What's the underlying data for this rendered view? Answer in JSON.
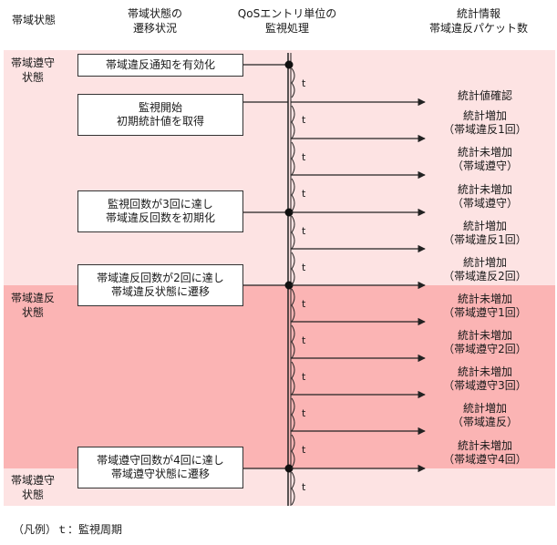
{
  "headers": {
    "band_state": "帯域状態",
    "transition_line1": "帯域状態の",
    "transition_line2": "遷移状況",
    "qos_line1": "QoSエントリ単位の",
    "qos_line2": "監視処理",
    "stats_line1": "統計情報",
    "stats_line2": "帯域違反パケット数"
  },
  "bands": [
    {
      "label_line1": "帯域遵守",
      "label_line2": "状態",
      "color": "#fde3e3"
    },
    {
      "label_line1": "帯域違反",
      "label_line2": "状態",
      "color": "#fbb4b4"
    },
    {
      "label_line1": "帯域遵守",
      "label_line2": "状態",
      "color": "#fde3e3"
    }
  ],
  "boxes": [
    {
      "line1": "帯域違反通知を有効化",
      "line2": ""
    },
    {
      "line1": "監視開始",
      "line2": "初期統計値を取得"
    },
    {
      "line1": "監視回数が3回に達し",
      "line2": "帯域違反回数を初期化"
    },
    {
      "line1": "帯域違反回数が2回に達し",
      "line2": "帯域違反状態に遷移"
    },
    {
      "line1": "帯域遵守回数が4回に達し",
      "line2": "帯域遵守状態に遷移"
    }
  ],
  "stats": [
    {
      "line1": "統計値確認",
      "line2": ""
    },
    {
      "line1": "統計増加",
      "line2": "（帯域違反1回）"
    },
    {
      "line1": "統計未増加",
      "line2": "（帯域遵守）"
    },
    {
      "line1": "統計未増加",
      "line2": "（帯域遵守）"
    },
    {
      "line1": "統計増加",
      "line2": "（帯域違反1回）"
    },
    {
      "line1": "統計増加",
      "line2": "（帯域違反2回）"
    },
    {
      "line1": "統計未増加",
      "line2": "（帯域遵守1回）"
    },
    {
      "line1": "統計未増加",
      "line2": "（帯域遵守2回）"
    },
    {
      "line1": "統計未増加",
      "line2": "（帯域遵守3回）"
    },
    {
      "line1": "統計増加",
      "line2": "（帯域違反）"
    },
    {
      "line1": "統計未増加",
      "line2": "（帯域遵守4回）"
    }
  ],
  "period_label": "t",
  "legend": "（凡例）ｔ：監視周期",
  "colors": {
    "line": "#222222",
    "light_band": "#fde3e3",
    "dark_band": "#fbb4b4"
  }
}
